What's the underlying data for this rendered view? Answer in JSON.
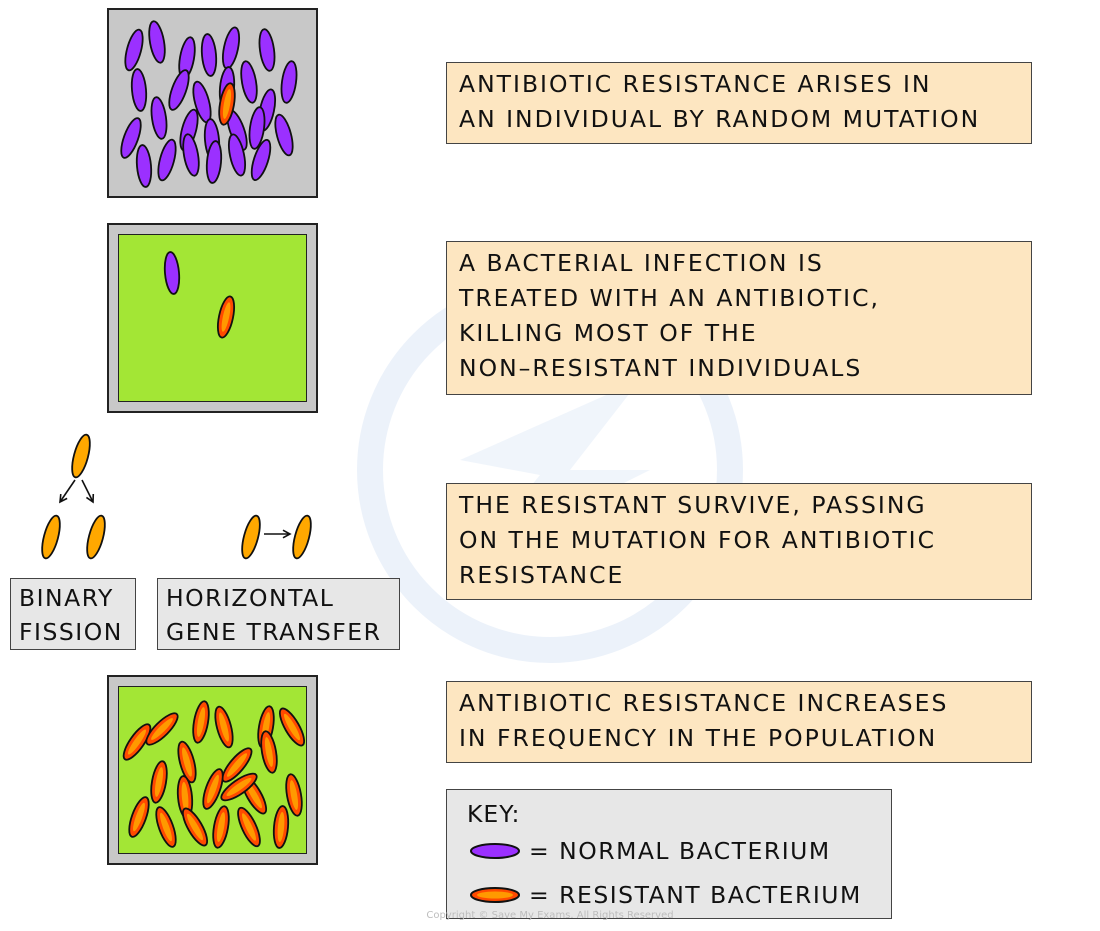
{
  "steps": [
    {
      "text": "ANTIBIOTIC  RESISTANCE  ARISES  IN\nAN  INDIVIDUAL  BY  RANDOM  MUTATION"
    },
    {
      "text": "A  BACTERIAL  INFECTION  IS\nTREATED  WITH  AN  ANTIBIOTIC,\nKILLING  MOST  OF  THE\nNON–RESISTANT  INDIVIDUALS"
    },
    {
      "text": "THE  RESISTANT  SURVIVE,  PASSING\nON THE  MUTATION  FOR  ANTIBIOTIC\nRESISTANCE"
    },
    {
      "text": "ANTIBIOTIC  RESISTANCE  INCREASES\nIN  FREQUENCY  IN  THE  POPULATION"
    }
  ],
  "transfer_labels": {
    "binary_fission": "BINARY\nFISSION",
    "horizontal_gene_transfer": "HORIZONTAL\nGENE  TRANSFER"
  },
  "key": {
    "title": "KEY:",
    "normal": "= NORMAL  BACTERIUM",
    "resistant": "= RESISTANT  BACTERIUM"
  },
  "watermark": "Copyright © Save My Exams. All Rights Reserved",
  "colors": {
    "normal_fill": "#9b30ff",
    "resistant_fill": "#ff4a00",
    "resistant_inner": "#ff9900",
    "transferring_fill": "#ffa800",
    "antibiotic_green": "#a3e635",
    "panel_grey": "#c8c8c8",
    "step_box": "#fde6c1",
    "label_box": "#e7e7e7"
  },
  "icons": {
    "normal": "purple-bacterium-icon",
    "resistant": "resistant-bacterium-icon",
    "arrow": "arrow-icon"
  }
}
